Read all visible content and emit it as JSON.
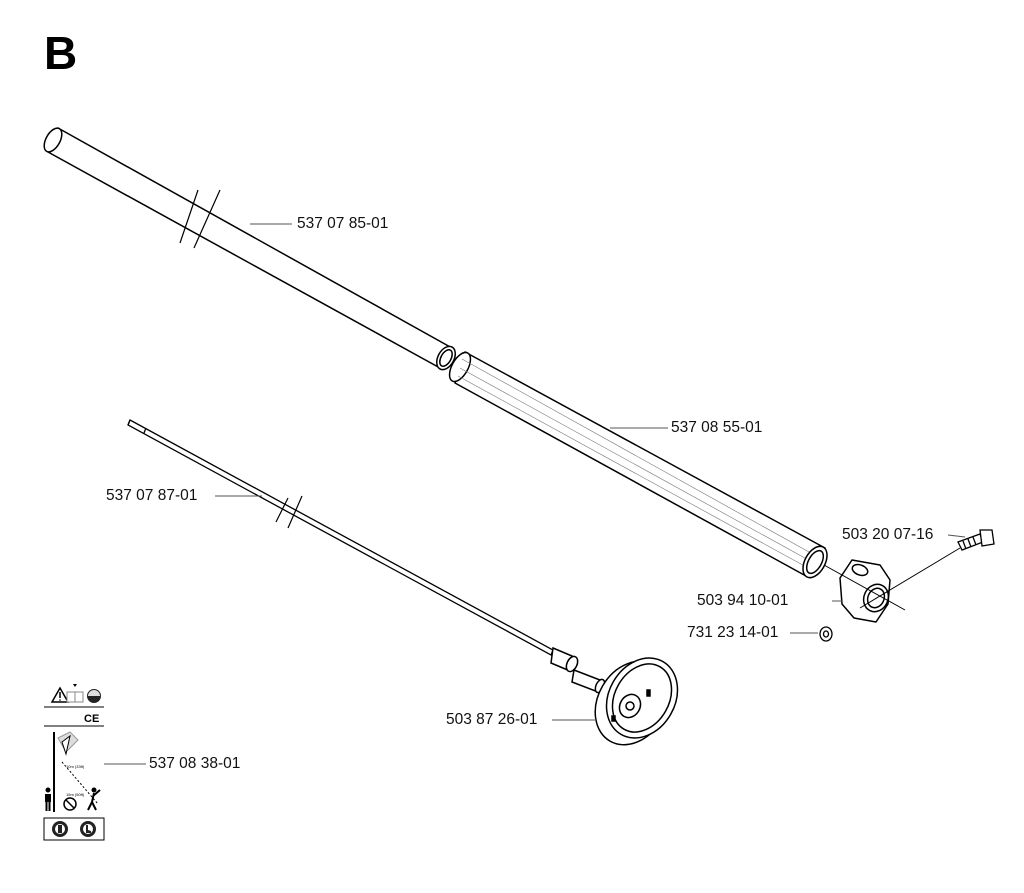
{
  "section": {
    "letter": "B"
  },
  "parts": {
    "outer_tube": "537 07 85-01",
    "inner_tube": "537 08 55-01",
    "drive_shaft": "537 07 87-01",
    "screw": "503 20 07-16",
    "clamp": "503 94 10-01",
    "nut": "731 23 14-01",
    "clutch_drum": "503 87 26-01",
    "decal": "537 08 38-01"
  },
  "decal": {
    "ce_mark": "CE",
    "distance_label_top": "10m (33ft)",
    "distance_label_bottom": "15m (50ft)"
  }
}
